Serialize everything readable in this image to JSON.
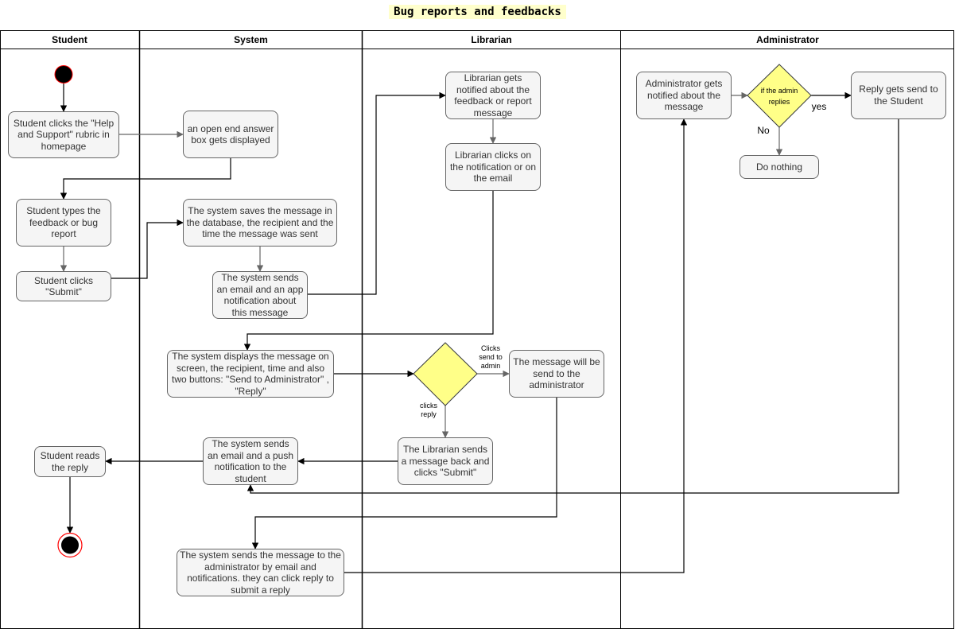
{
  "title": "Bug reports and feedbacks",
  "lanes": {
    "student": "Student",
    "system": "System",
    "librarian": "Librarian",
    "administrator": "Administrator"
  },
  "nodes": {
    "student_clicks_help": "Student clicks the \"Help and Support\" rubric in homepage",
    "answer_box_displayed": "an open end answer box gets displayed",
    "student_types": "Student types the feedback or bug report",
    "student_clicks_submit": "Student clicks \"Submit\"",
    "system_saves": "The system saves the message in the database, the recipient and the time the message was sent",
    "system_sends_email": "The system sends an email and an app notification about this message",
    "librarian_notified": "Librarian gets notified about the feedback or report message",
    "librarian_clicks_notification": "Librarian clicks on the notification or on the email",
    "system_displays": "The system displays the message on screen, the recipient, time and also two buttons: \"Send to Administrator\" , \"Reply\"",
    "message_sent_admin": "The message will be send to the administrator",
    "librarian_sends_back": "The Librarian sends a message back and clicks \"Submit\"",
    "system_push_notification": "The system sends an email and a push notification to the student",
    "student_reads_reply": "Student reads the reply",
    "system_sends_to_admin": "The system sends the message to the administrator by email and notifications. they can click reply to submit a reply",
    "admin_notified": "Administrator gets notified about the message",
    "admin_decision": "if the admin replies",
    "reply_sent_student": "Reply gets send to the Student",
    "do_nothing": "Do nothing"
  },
  "edge_labels": {
    "clicks_send_to_admin": "Clicks send to admin",
    "clicks_reply": "clicks reply",
    "yes": "yes",
    "no": "No"
  },
  "colors": {
    "node_fill": "#f5f5f5",
    "node_stroke": "#666666",
    "decision_fill": "#ffff88",
    "decision_stroke": "#36393d",
    "start_fill": "#000000",
    "start_stroke": "#ff0000",
    "title_highlight": "#ffffcc"
  }
}
